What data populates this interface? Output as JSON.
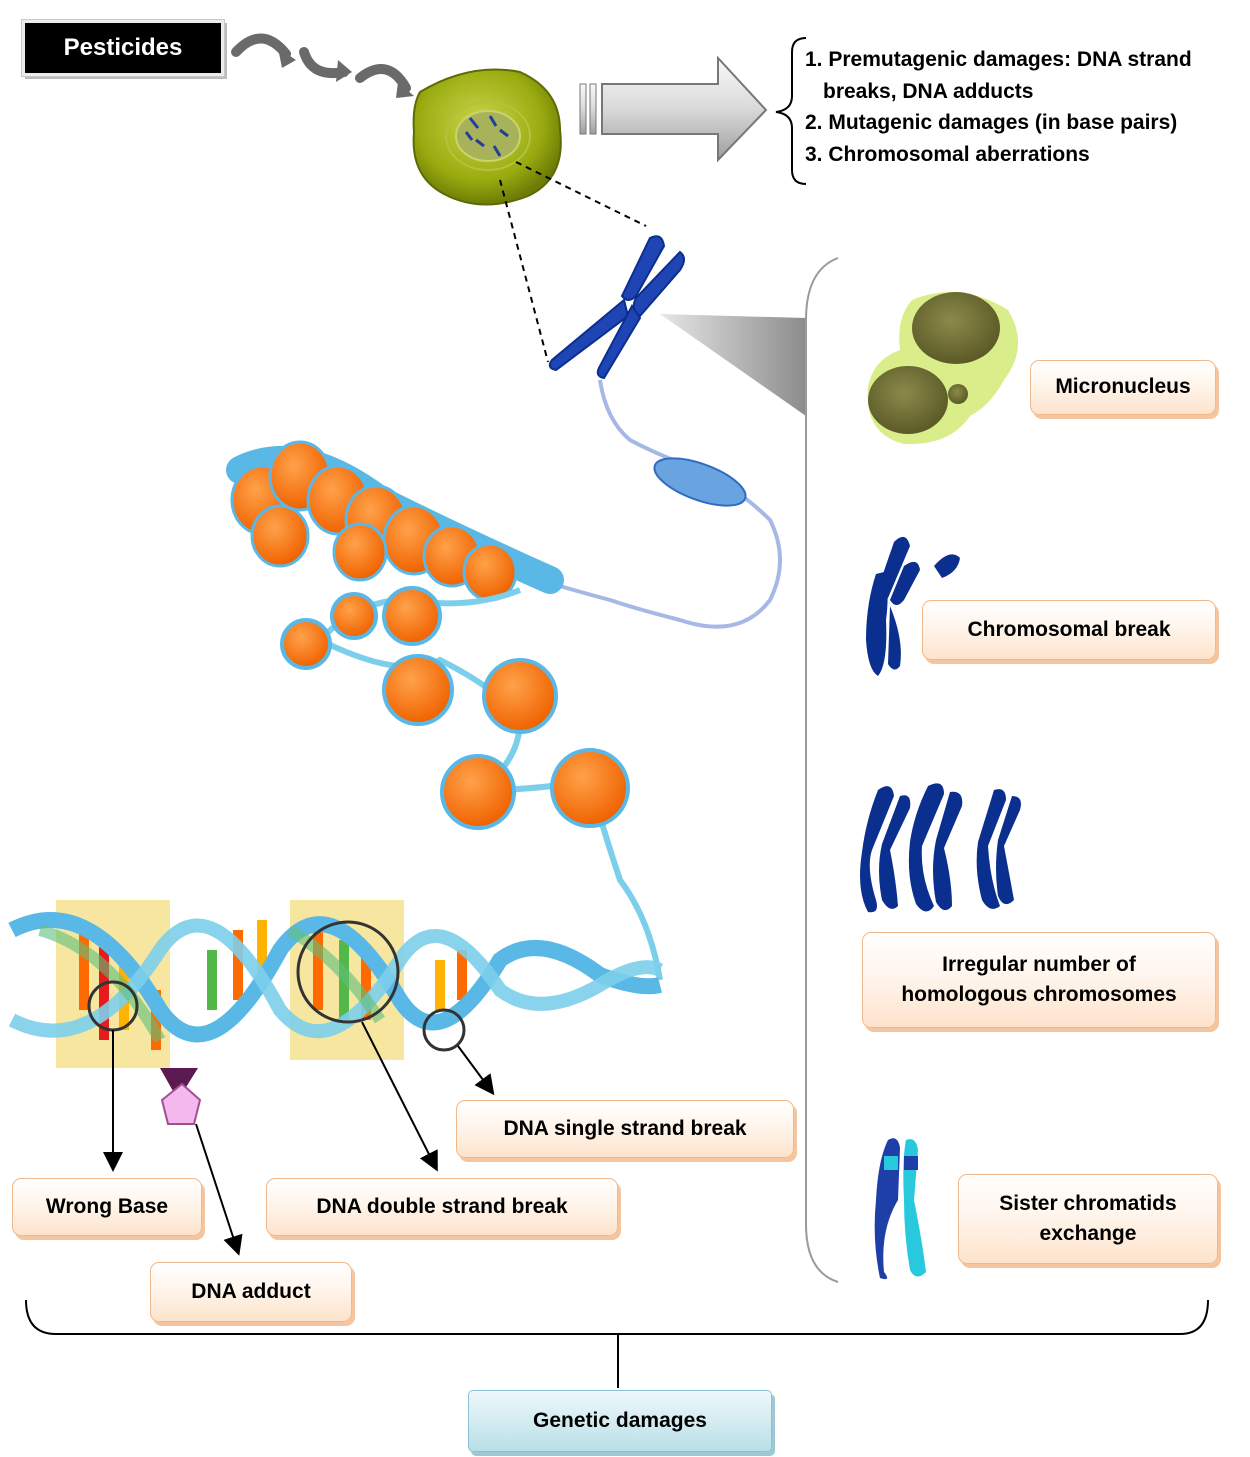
{
  "title_box": "Pesticides",
  "effects_list": [
    "1. Premutagenic damages: DNA strand",
    "   breaks, DNA adducts",
    "2. Mutagenic damages (in base pairs)",
    "3. Chromosomal aberrations"
  ],
  "aberrations": {
    "micronucleus": "Micronucleus",
    "chromosomal_break": "Chromosomal break",
    "irregular_number": "Irregular number of\nhomologous chromosomes",
    "sister_exchange": "Sister chromatids\nexchange"
  },
  "dna_damages": {
    "wrong_base": "Wrong Base",
    "dna_adduct": "DNA adduct",
    "double_strand_break": "DNA double strand break",
    "single_strand_break": "DNA single strand break"
  },
  "summary": "Genetic damages",
  "colors": {
    "label_fill": "#fde3cc",
    "label_border": "#f1b98b",
    "summary_fill": "#b9dfe8",
    "chromosome": "#0b2f8f",
    "nucleosome": "#ff6f00",
    "dna_strand": "#5ab8e6",
    "cell": "#8ea20c",
    "highlight": "#f6e6a0"
  }
}
